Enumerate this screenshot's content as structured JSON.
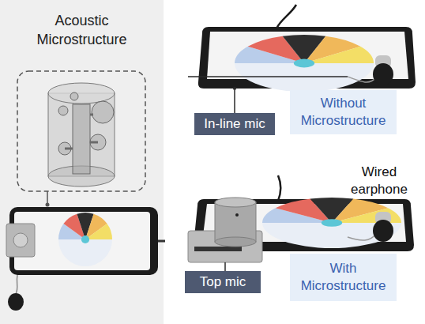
{
  "diagram": {
    "nodes": [
      {
        "text": [
          "Acoustic Microstructure"
        ]
      },
      {
        "text": [
          "In-line mic"
        ]
      },
      {
        "text": [
          "Without Microstructure"
        ]
      },
      {
        "text": [
          "Top mic"
        ]
      },
      {
        "text": [
          "With Microstructure"
        ]
      }
    ],
    "labels": [
      "Wired earphone"
    ]
  }
}
